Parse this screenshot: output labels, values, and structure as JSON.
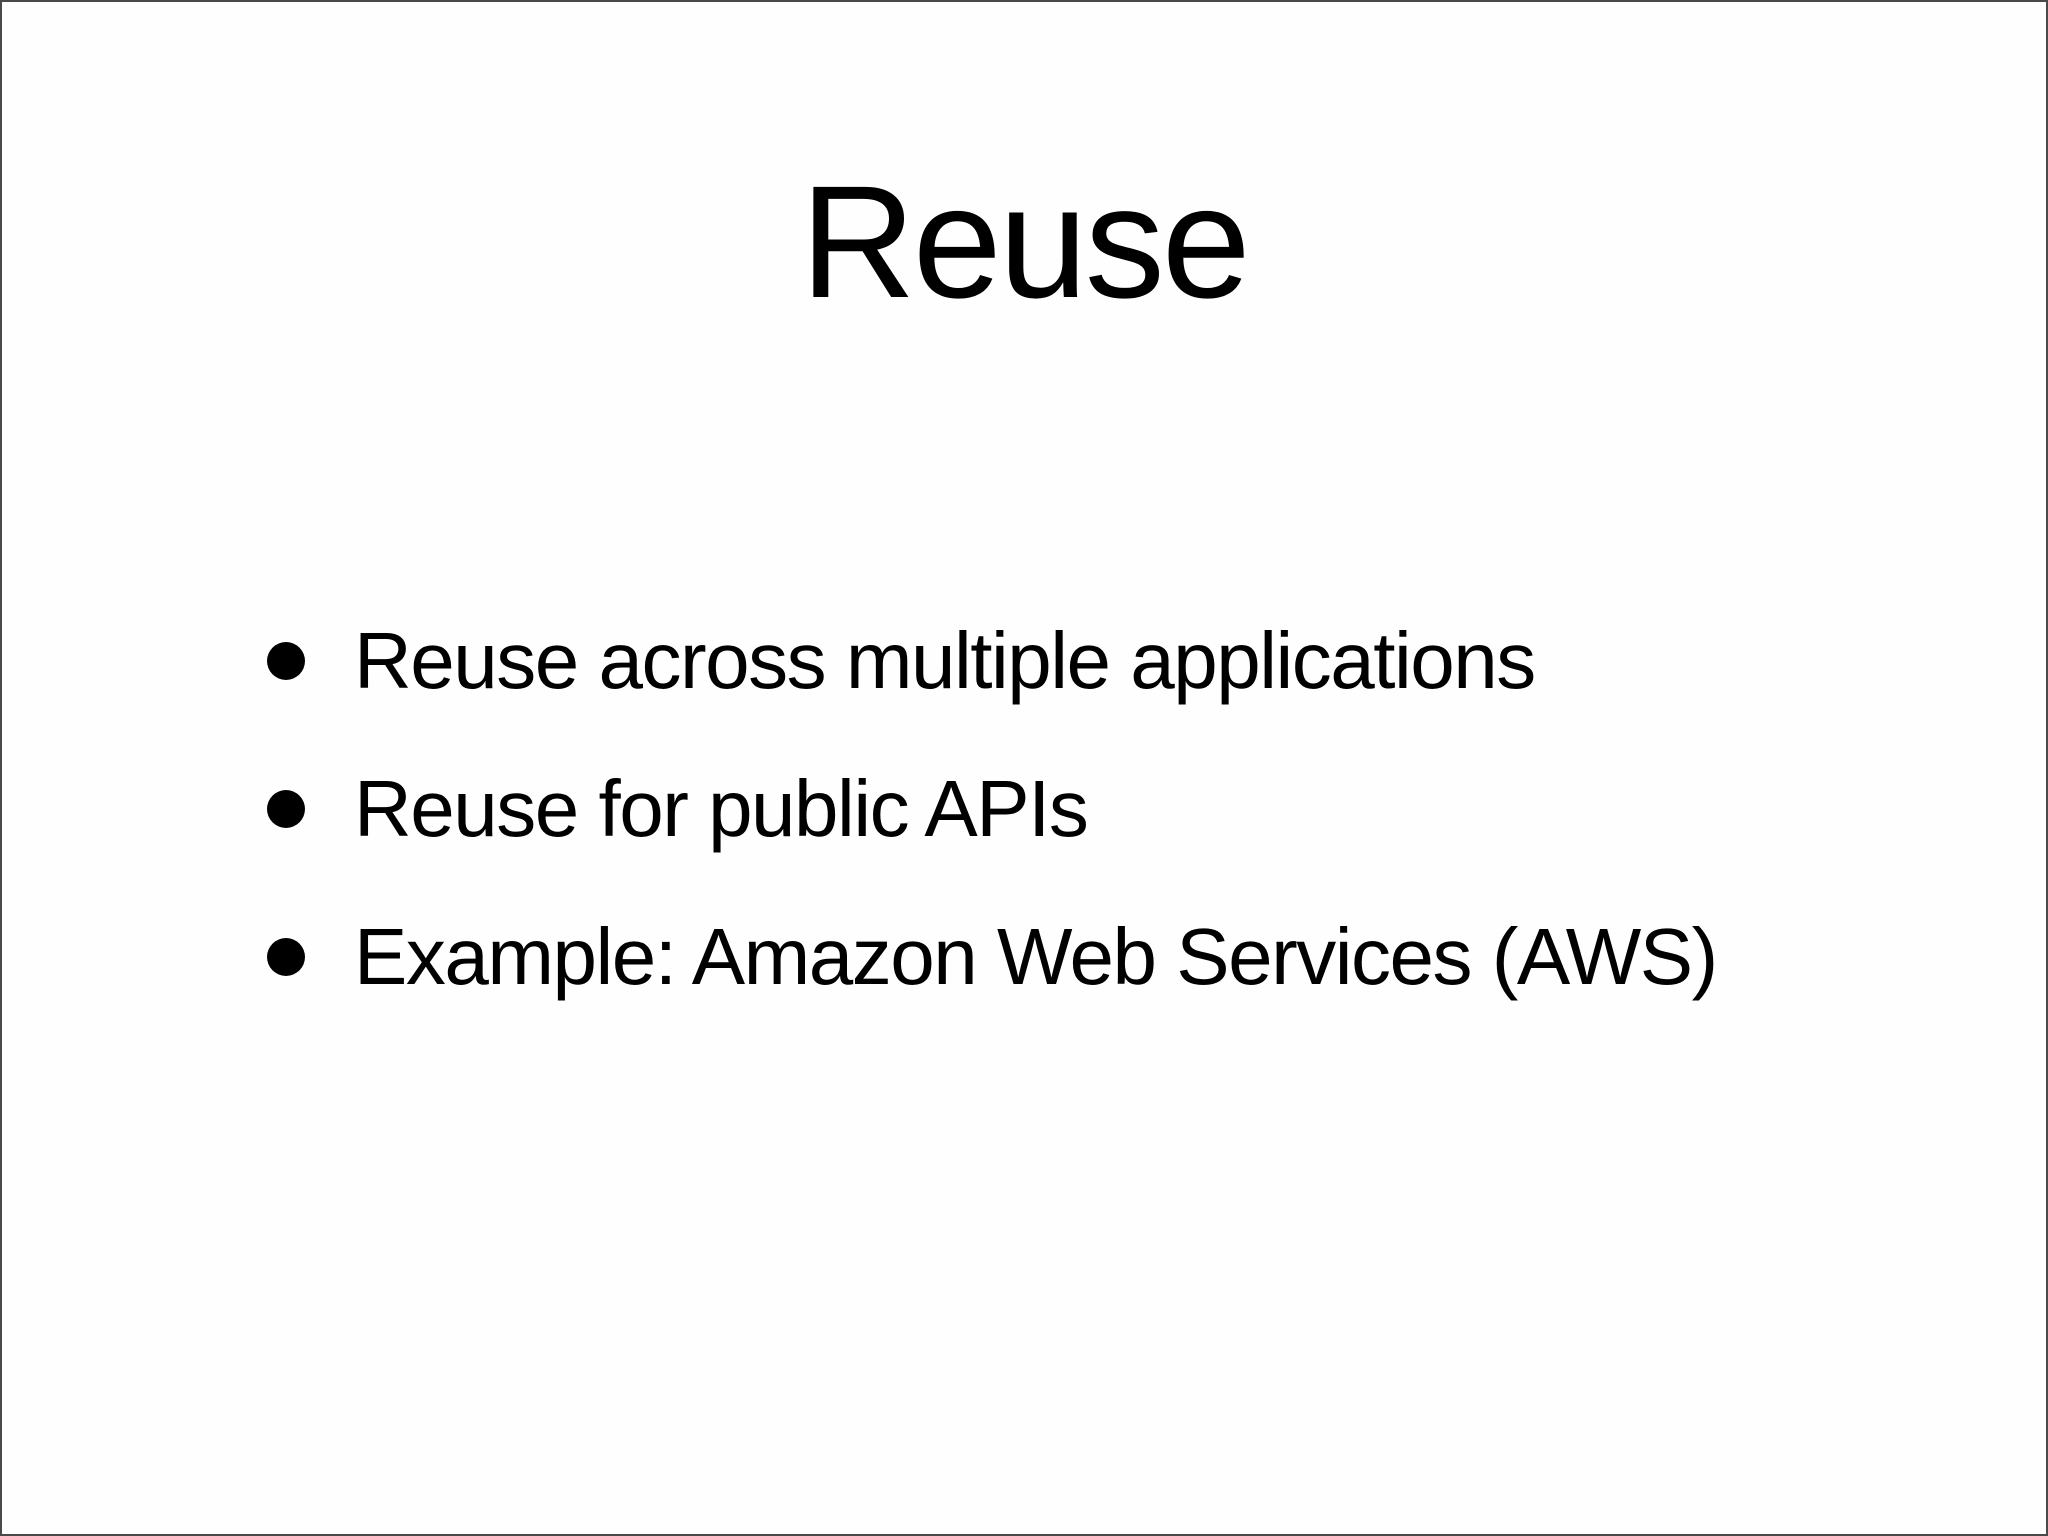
{
  "slide": {
    "title": "Reuse",
    "bullets": [
      "Reuse across multiple applications",
      "Reuse for public APIs",
      "Example: Amazon Web Services (AWS)"
    ],
    "colors": {
      "background": "#fefefe",
      "text": "#000000",
      "border": "#4a4a4a"
    }
  }
}
